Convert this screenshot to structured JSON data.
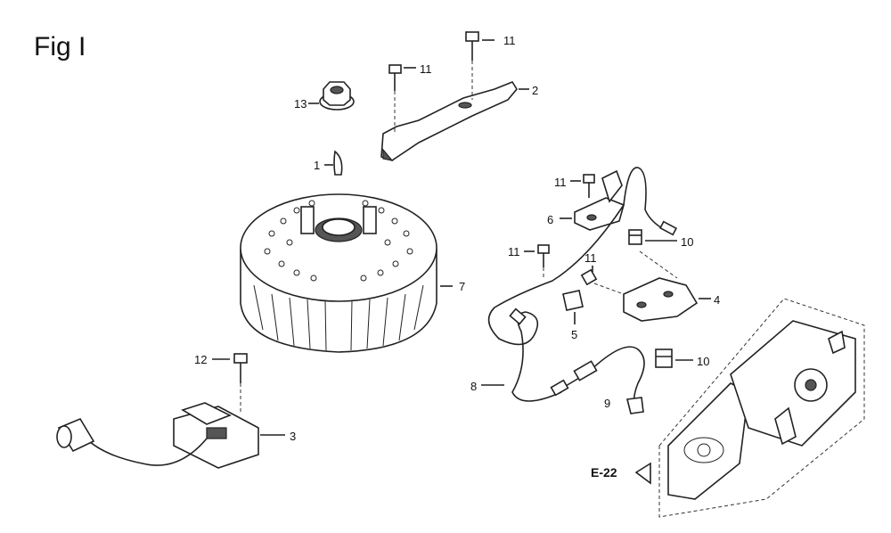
{
  "figure": {
    "title": "Fig I"
  },
  "callouts": {
    "p1": "1",
    "p2": "2",
    "p3": "3",
    "p4": "4",
    "p5": "5",
    "p6": "6",
    "p7": "7",
    "p8": "8",
    "p9": "9",
    "p10a": "10",
    "p10b": "10",
    "p11a": "11",
    "p11b": "11",
    "p11c": "11",
    "p11d": "11",
    "p11e": "11",
    "p12": "12",
    "p13": "13"
  },
  "reference": {
    "label": "E-22"
  }
}
